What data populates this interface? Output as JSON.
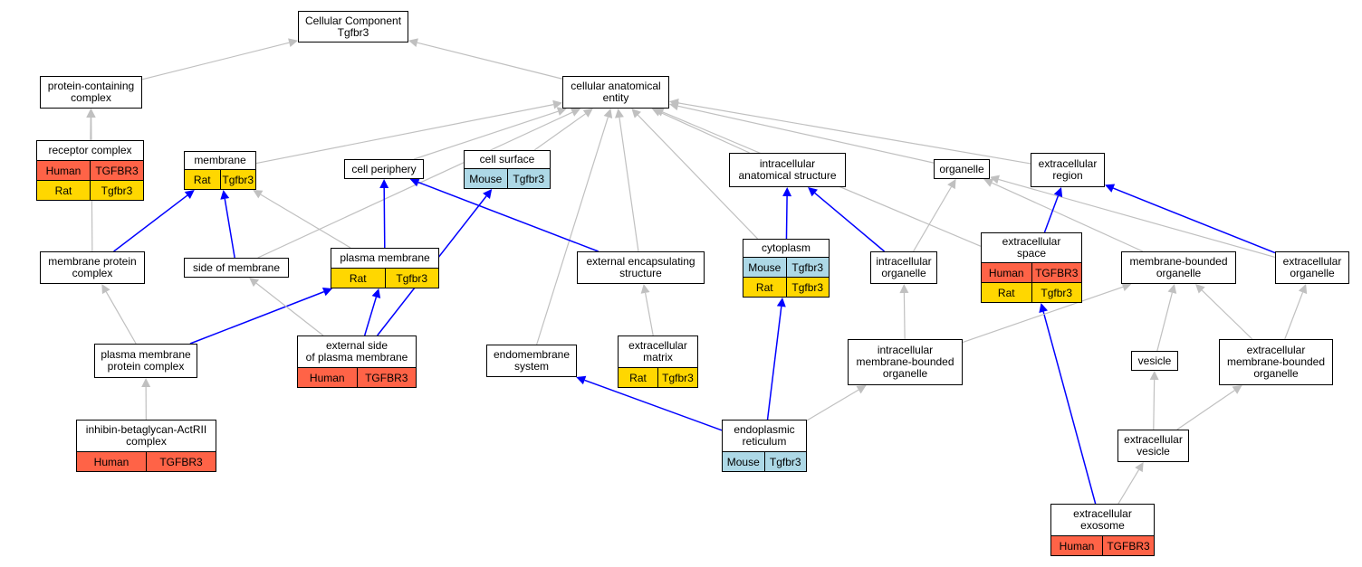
{
  "colors": {
    "Human": "#ff6347",
    "Rat": "#ffd700",
    "Mouse": "#add8e6",
    "edge_gray": "#c0c0c0",
    "edge_blue": "#0000ff"
  },
  "nodes": [
    {
      "id": "root",
      "lines": [
        "Cellular Component",
        "Tgfbr3"
      ],
      "rows": []
    },
    {
      "id": "pcc",
      "lines": [
        "protein-containing",
        "complex"
      ],
      "rows": []
    },
    {
      "id": "cae",
      "lines": [
        "cellular anatomical",
        "entity"
      ],
      "rows": []
    },
    {
      "id": "rc",
      "lines": [
        "receptor complex"
      ],
      "rows": [
        [
          "Human",
          "TGFBR3"
        ],
        [
          "Rat",
          "Tgfbr3"
        ]
      ]
    },
    {
      "id": "mem",
      "lines": [
        "membrane"
      ],
      "rows": [
        [
          "Rat",
          "Tgfbr3"
        ]
      ]
    },
    {
      "id": "cp",
      "lines": [
        "cell periphery"
      ],
      "rows": []
    },
    {
      "id": "cs",
      "lines": [
        "cell surface"
      ],
      "rows": [
        [
          "Mouse",
          "Tgfbr3"
        ]
      ]
    },
    {
      "id": "ias",
      "lines": [
        "intracellular",
        "anatomical structure"
      ],
      "rows": []
    },
    {
      "id": "org",
      "lines": [
        "organelle"
      ],
      "rows": []
    },
    {
      "id": "er",
      "lines": [
        "extracellular",
        "region"
      ],
      "rows": []
    },
    {
      "id": "mpc",
      "lines": [
        "membrane protein",
        "complex"
      ],
      "rows": []
    },
    {
      "id": "som",
      "lines": [
        "side of membrane"
      ],
      "rows": []
    },
    {
      "id": "pm",
      "lines": [
        "plasma membrane"
      ],
      "rows": [
        [
          "Rat",
          "Tgfbr3"
        ]
      ]
    },
    {
      "id": "ees",
      "lines": [
        "external encapsulating",
        "structure"
      ],
      "rows": []
    },
    {
      "id": "cyto",
      "lines": [
        "cytoplasm"
      ],
      "rows": [
        [
          "Mouse",
          "Tgfbr3"
        ],
        [
          "Rat",
          "Tgfbr3"
        ]
      ]
    },
    {
      "id": "io",
      "lines": [
        "intracellular",
        "organelle"
      ],
      "rows": []
    },
    {
      "id": "es",
      "lines": [
        "extracellular",
        "space"
      ],
      "rows": [
        [
          "Human",
          "TGFBR3"
        ],
        [
          "Rat",
          "Tgfbr3"
        ]
      ]
    },
    {
      "id": "mbo",
      "lines": [
        "membrane-bounded",
        "organelle"
      ],
      "rows": []
    },
    {
      "id": "eo",
      "lines": [
        "extracellular",
        "organelle"
      ],
      "rows": []
    },
    {
      "id": "pmpc",
      "lines": [
        "plasma membrane",
        "protein complex"
      ],
      "rows": []
    },
    {
      "id": "esopm",
      "lines": [
        "external side",
        "of plasma membrane"
      ],
      "rows": [
        [
          "Human",
          "TGFBR3"
        ]
      ]
    },
    {
      "id": "ems",
      "lines": [
        "endomembrane",
        "system"
      ],
      "rows": []
    },
    {
      "id": "em",
      "lines": [
        "extracellular",
        "matrix"
      ],
      "rows": [
        [
          "Rat",
          "Tgfbr3"
        ]
      ]
    },
    {
      "id": "imbo",
      "lines": [
        "intracellular",
        "membrane-bounded",
        "organelle"
      ],
      "rows": []
    },
    {
      "id": "ves",
      "lines": [
        "vesicle"
      ],
      "rows": []
    },
    {
      "id": "embo",
      "lines": [
        "extracellular",
        "membrane-bounded",
        "organelle"
      ],
      "rows": []
    },
    {
      "id": "ibac",
      "lines": [
        "inhibin-betaglycan-ActRII",
        "complex"
      ],
      "rows": [
        [
          "Human",
          "TGFBR3"
        ]
      ]
    },
    {
      "id": "endo",
      "lines": [
        "endoplasmic",
        "reticulum"
      ],
      "rows": [
        [
          "Mouse",
          "Tgfbr3"
        ]
      ]
    },
    {
      "id": "ev",
      "lines": [
        "extracellular",
        "vesicle"
      ],
      "rows": []
    },
    {
      "id": "exo",
      "lines": [
        "extracellular",
        "exosome"
      ],
      "rows": [
        [
          "Human",
          "TGFBR3"
        ]
      ]
    }
  ],
  "edges": [
    {
      "from": "pcc",
      "to": "root",
      "kind": "gray"
    },
    {
      "from": "cae",
      "to": "root",
      "kind": "gray"
    },
    {
      "from": "rc",
      "to": "pcc",
      "kind": "gray"
    },
    {
      "from": "mpc",
      "to": "pcc",
      "kind": "gray"
    },
    {
      "from": "mem",
      "to": "cae",
      "kind": "gray"
    },
    {
      "from": "cp",
      "to": "cae",
      "kind": "gray"
    },
    {
      "from": "cs",
      "to": "cae",
      "kind": "gray"
    },
    {
      "from": "ias",
      "to": "cae",
      "kind": "gray"
    },
    {
      "from": "org",
      "to": "cae",
      "kind": "gray"
    },
    {
      "from": "er",
      "to": "cae",
      "kind": "gray"
    },
    {
      "from": "som",
      "to": "cae",
      "kind": "gray"
    },
    {
      "from": "ees",
      "to": "cae",
      "kind": "gray"
    },
    {
      "from": "cyto",
      "to": "cae",
      "kind": "gray"
    },
    {
      "from": "es",
      "to": "cae",
      "kind": "gray"
    },
    {
      "from": "ems",
      "to": "cae",
      "kind": "gray"
    },
    {
      "from": "mpc",
      "to": "mem",
      "kind": "blue"
    },
    {
      "from": "som",
      "to": "mem",
      "kind": "blue"
    },
    {
      "from": "pm",
      "to": "mem",
      "kind": "gray"
    },
    {
      "from": "pm",
      "to": "cp",
      "kind": "blue"
    },
    {
      "from": "ees",
      "to": "cp",
      "kind": "blue"
    },
    {
      "from": "esopm",
      "to": "cs",
      "kind": "blue"
    },
    {
      "from": "cyto",
      "to": "ias",
      "kind": "blue"
    },
    {
      "from": "io",
      "to": "ias",
      "kind": "blue"
    },
    {
      "from": "io",
      "to": "org",
      "kind": "gray"
    },
    {
      "from": "mbo",
      "to": "org",
      "kind": "gray"
    },
    {
      "from": "eo",
      "to": "org",
      "kind": "gray"
    },
    {
      "from": "es",
      "to": "er",
      "kind": "blue"
    },
    {
      "from": "eo",
      "to": "er",
      "kind": "blue"
    },
    {
      "from": "pmpc",
      "to": "mpc",
      "kind": "gray"
    },
    {
      "from": "pmpc",
      "to": "pm",
      "kind": "blue"
    },
    {
      "from": "esopm",
      "to": "pm",
      "kind": "blue"
    },
    {
      "from": "esopm",
      "to": "som",
      "kind": "gray"
    },
    {
      "from": "em",
      "to": "ees",
      "kind": "gray"
    },
    {
      "from": "endo",
      "to": "cyto",
      "kind": "blue"
    },
    {
      "from": "imbo",
      "to": "io",
      "kind": "gray"
    },
    {
      "from": "exo",
      "to": "es",
      "kind": "blue"
    },
    {
      "from": "imbo",
      "to": "mbo",
      "kind": "gray"
    },
    {
      "from": "ves",
      "to": "mbo",
      "kind": "gray"
    },
    {
      "from": "embo",
      "to": "mbo",
      "kind": "gray"
    },
    {
      "from": "embo",
      "to": "eo",
      "kind": "gray"
    },
    {
      "from": "ibac",
      "to": "pmpc",
      "kind": "gray"
    },
    {
      "from": "endo",
      "to": "ems",
      "kind": "blue"
    },
    {
      "from": "endo",
      "to": "imbo",
      "kind": "gray"
    },
    {
      "from": "ev",
      "to": "ves",
      "kind": "gray"
    },
    {
      "from": "ev",
      "to": "embo",
      "kind": "gray"
    },
    {
      "from": "exo",
      "to": "ev",
      "kind": "gray"
    }
  ]
}
